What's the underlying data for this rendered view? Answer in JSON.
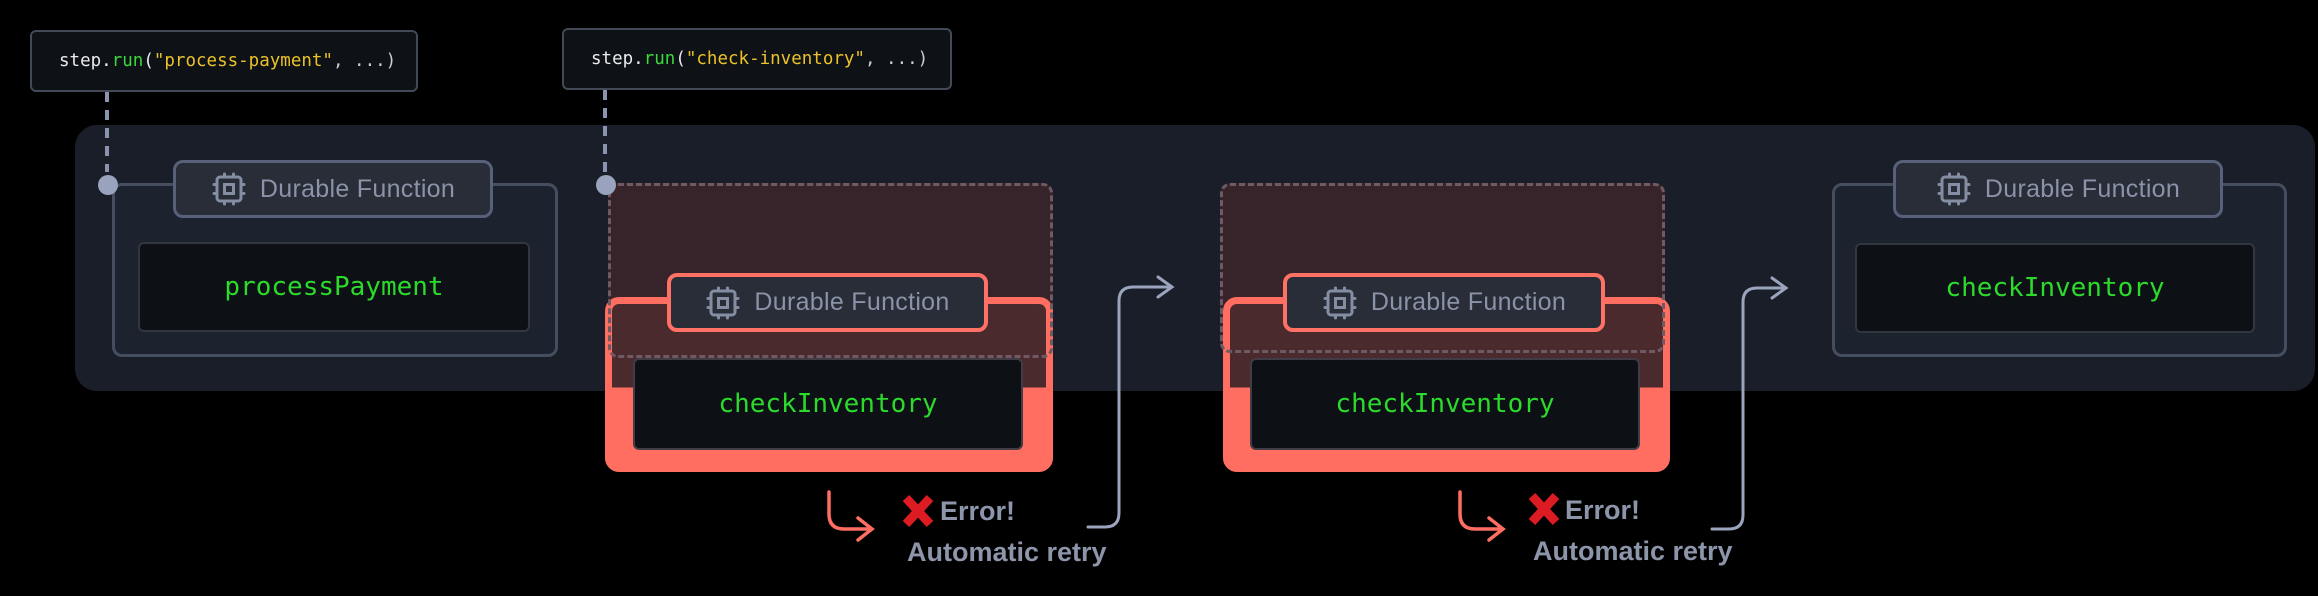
{
  "diagram": {
    "code_snippets": [
      {
        "obj": "step",
        "dot": ".",
        "method": "run",
        "open": "(",
        "arg": "\"process-payment\"",
        "close": ", ...)"
      },
      {
        "obj": "step",
        "dot": ".",
        "method": "run",
        "open": "(",
        "arg": "\"check-inventory\"",
        "close": ", ...)"
      }
    ],
    "cards": [
      {
        "badge_label": "Durable Function",
        "function_name": "processPayment",
        "state": "success"
      },
      {
        "badge_label": "Durable Function",
        "function_name": "checkInventory",
        "state": "error"
      },
      {
        "badge_label": "Durable Function",
        "function_name": "checkInventory",
        "state": "error"
      },
      {
        "badge_label": "Durable Function",
        "function_name": "checkInventory",
        "state": "success"
      }
    ],
    "error_annotations": [
      {
        "error_label": "Error!",
        "retry_label": "Automatic retry"
      },
      {
        "error_label": "Error!",
        "retry_label": "Automatic retry"
      }
    ],
    "colors": {
      "background": "#000000",
      "container_bg": "#191e28",
      "card_border": "#454e5f",
      "accent_green": "#2cda2c",
      "error_salmon": "#ff6e61",
      "x_mark_red": "#dc1c22",
      "code_string_yellow": "#ecc229",
      "code_fn_green": "#3bd83b",
      "slate_text": "#8b93a8",
      "arrow_gray": "#9aa4bc"
    }
  }
}
